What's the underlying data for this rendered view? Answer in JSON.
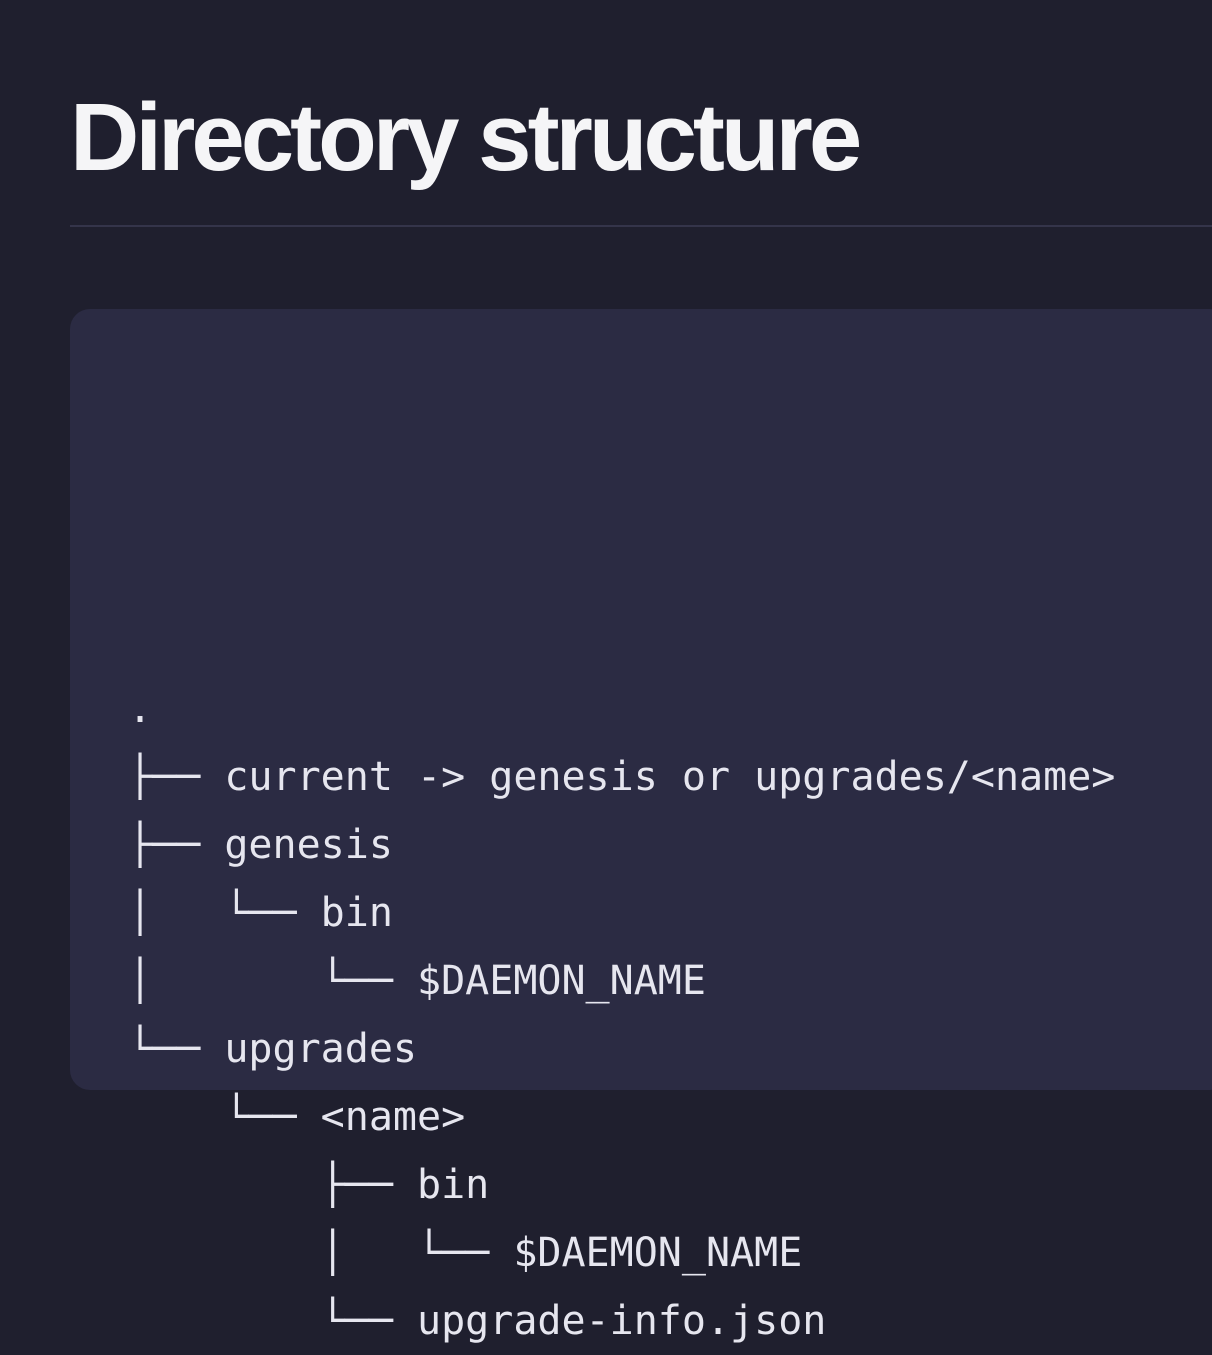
{
  "heading": {
    "title": "Directory structure"
  },
  "code_block": {
    "language": "text",
    "lines": [
      ".",
      "├── current -> genesis or upgrades/<name>",
      "├── genesis",
      "│   └── bin",
      "│       └── $DAEMON_NAME",
      "└── upgrades",
      "    └── <name>",
      "        ├── bin",
      "        │   └── $DAEMON_NAME",
      "        └── upgrade-info.json"
    ]
  },
  "colors": {
    "page_background": "#1f1f2e",
    "code_background": "#2b2b43",
    "title_text": "#f5f5f7",
    "code_text": "#e6e6ef",
    "divider": "#34344a"
  }
}
